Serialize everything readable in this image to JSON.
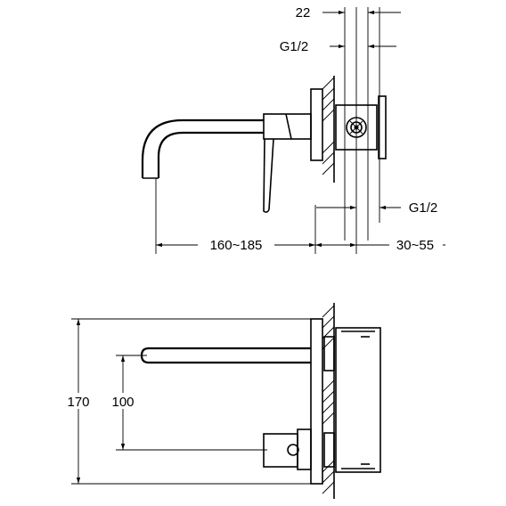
{
  "top_view": {
    "dim_wall_depth": "22",
    "dim_thread_top": "G1/2",
    "dim_thread_bottom": "G1/2",
    "dim_spout_length": "160~185",
    "dim_wall_range": "30~55"
  },
  "front_view": {
    "dim_total_height": "170",
    "dim_spout_height": "100"
  }
}
